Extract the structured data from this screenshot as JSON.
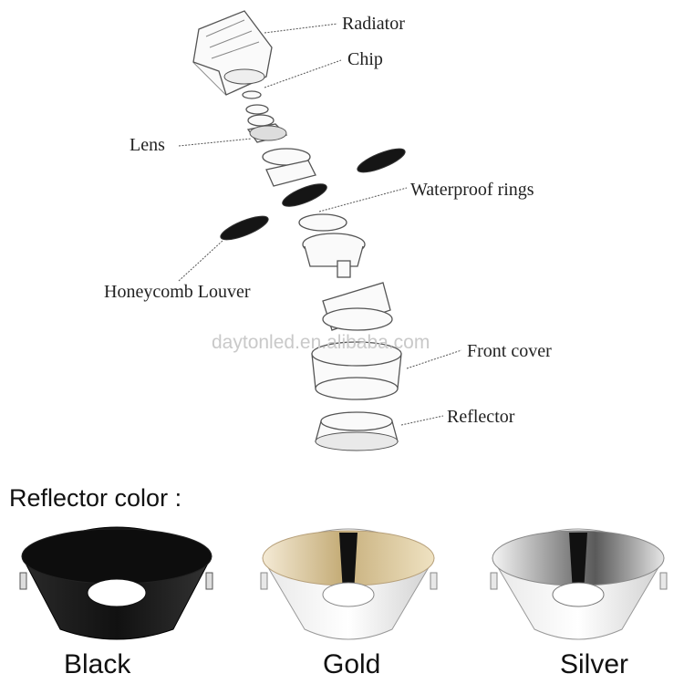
{
  "diagram": {
    "parts": {
      "radiator": "Radiator",
      "chip": "Chip",
      "lens": "Lens",
      "waterproof_rings": "Waterproof rings",
      "honeycomb_louver": "Honeycomb Louver",
      "front_cover": "Front cover",
      "reflector": "Reflector"
    },
    "watermark": "daytonled.en.alibaba.com"
  },
  "reflector_colors": {
    "heading": "Reflector color :",
    "options": [
      {
        "label": "Black",
        "color": "#1a1a1a"
      },
      {
        "label": "Gold",
        "color": "#d8c39a"
      },
      {
        "label": "Silver",
        "color": "#b5b5b5"
      }
    ]
  }
}
